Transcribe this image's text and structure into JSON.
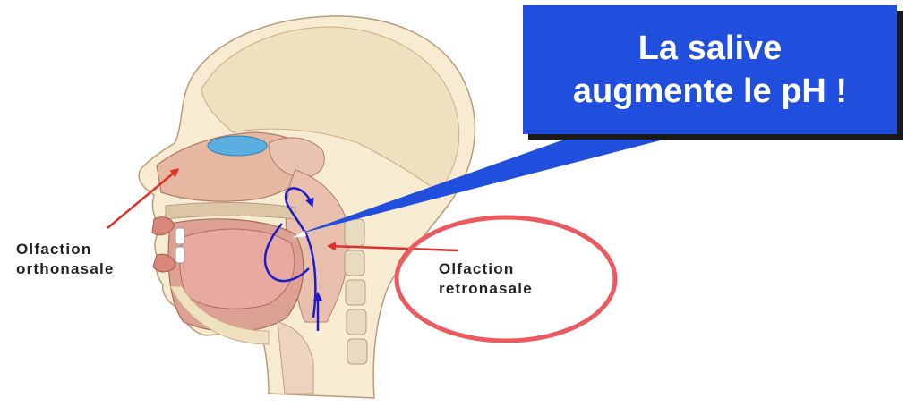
{
  "callout": {
    "line1": "La salive",
    "line2": "augmente le pH !"
  },
  "labels": {
    "orthonasal": {
      "line1": "Olfaction",
      "line2": "orthonasale"
    },
    "retronasal": {
      "line1": "Olfaction",
      "line2": "retronasale"
    }
  },
  "colors": {
    "callout_background": "#1f4fdc",
    "callout_text": "#ffffff",
    "arrow": "#e0302a",
    "highlight_ellipse": "#ec5a5f",
    "airflow": "#1c1cc8",
    "skin": "#f7ecd2",
    "nasal_cavity": "#e6b8a2",
    "olfactory_zone": "#5aaee0"
  }
}
